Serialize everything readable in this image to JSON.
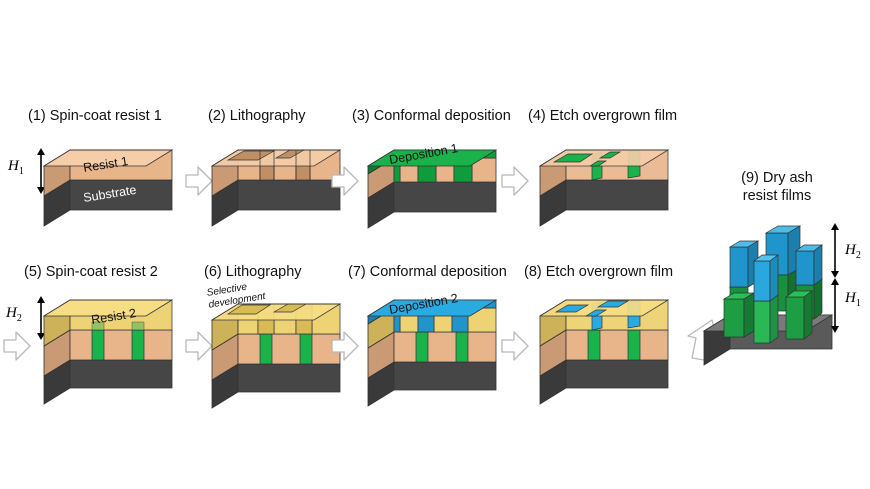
{
  "figure": {
    "title_visible": false,
    "type": "process-flow-diagram",
    "domain": "nanofabrication / multilayer lithography"
  },
  "colors": {
    "substrate_top": "#6e6e6e",
    "substrate_front": "#464646",
    "substrate_side": "#3a3a3a",
    "resist1_top": "#f5cda8",
    "resist1_front": "#e8b489",
    "resist1_side": "#c99a73",
    "resist2_top": "#f7dd84",
    "resist2_front": "#ecd06a",
    "resist2_side": "#cdb25a",
    "deposition1_top": "#19b24b",
    "deposition1_front": "#0f9c3c",
    "deposition1_side": "#0a7d30",
    "deposition2_top": "#29abe2",
    "deposition2_front": "#1f95cc",
    "deposition2_side": "#1b7fae",
    "outline": "#333333",
    "arrow_stroke": "#b8b8b8",
    "arrow_fill": "#ffffff",
    "text": "#111111"
  },
  "steps": [
    {
      "id": 1,
      "label": "(1) Spin-coat resist 1"
    },
    {
      "id": 2,
      "label": "(2) Lithography"
    },
    {
      "id": 3,
      "label": "(3) Conformal deposition"
    },
    {
      "id": 4,
      "label": "(4) Etch overgrown film"
    },
    {
      "id": 5,
      "label": "(5) Spin-coat resist 2"
    },
    {
      "id": 6,
      "label": "(6) Lithography"
    },
    {
      "id": 7,
      "label": "(7) Conformal deposition"
    },
    {
      "id": 8,
      "label": "(8) Etch overgrown film"
    },
    {
      "id": 9,
      "label": "(9) Dry ash\nresist films"
    }
  ],
  "layer_labels": {
    "resist1": "Resist 1",
    "substrate": "Substrate",
    "resist2": "Resist 2",
    "deposition1": "Deposition 1",
    "deposition2": "Deposition 2"
  },
  "annotations": {
    "selective_development": "Selective\ndevelopment"
  },
  "dimension_labels": {
    "h1": "H",
    "h1_sub": "1",
    "h2": "H",
    "h2_sub": "2"
  },
  "dimension_instances": [
    {
      "name": "h1-step1",
      "label": "H",
      "sub": "1",
      "panel": 1
    },
    {
      "name": "h2-step5",
      "label": "H",
      "sub": "2",
      "panel": 5
    },
    {
      "name": "h2-step9",
      "label": "H",
      "sub": "2",
      "panel": 9
    },
    {
      "name": "h1-step9",
      "label": "H",
      "sub": "1",
      "panel": 9
    }
  ],
  "flow_arrows": [
    {
      "name": "arrow-1-to-2",
      "direction": "right"
    },
    {
      "name": "arrow-2-to-3",
      "direction": "right"
    },
    {
      "name": "arrow-3-to-4",
      "direction": "right"
    },
    {
      "name": "arrow-4-to-5",
      "direction": "right"
    },
    {
      "name": "arrow-5-to-6",
      "direction": "right"
    },
    {
      "name": "arrow-6-to-7",
      "direction": "right"
    },
    {
      "name": "arrow-7-to-8",
      "direction": "right"
    },
    {
      "name": "arrow-8-to-9",
      "direction": "up-right"
    }
  ]
}
